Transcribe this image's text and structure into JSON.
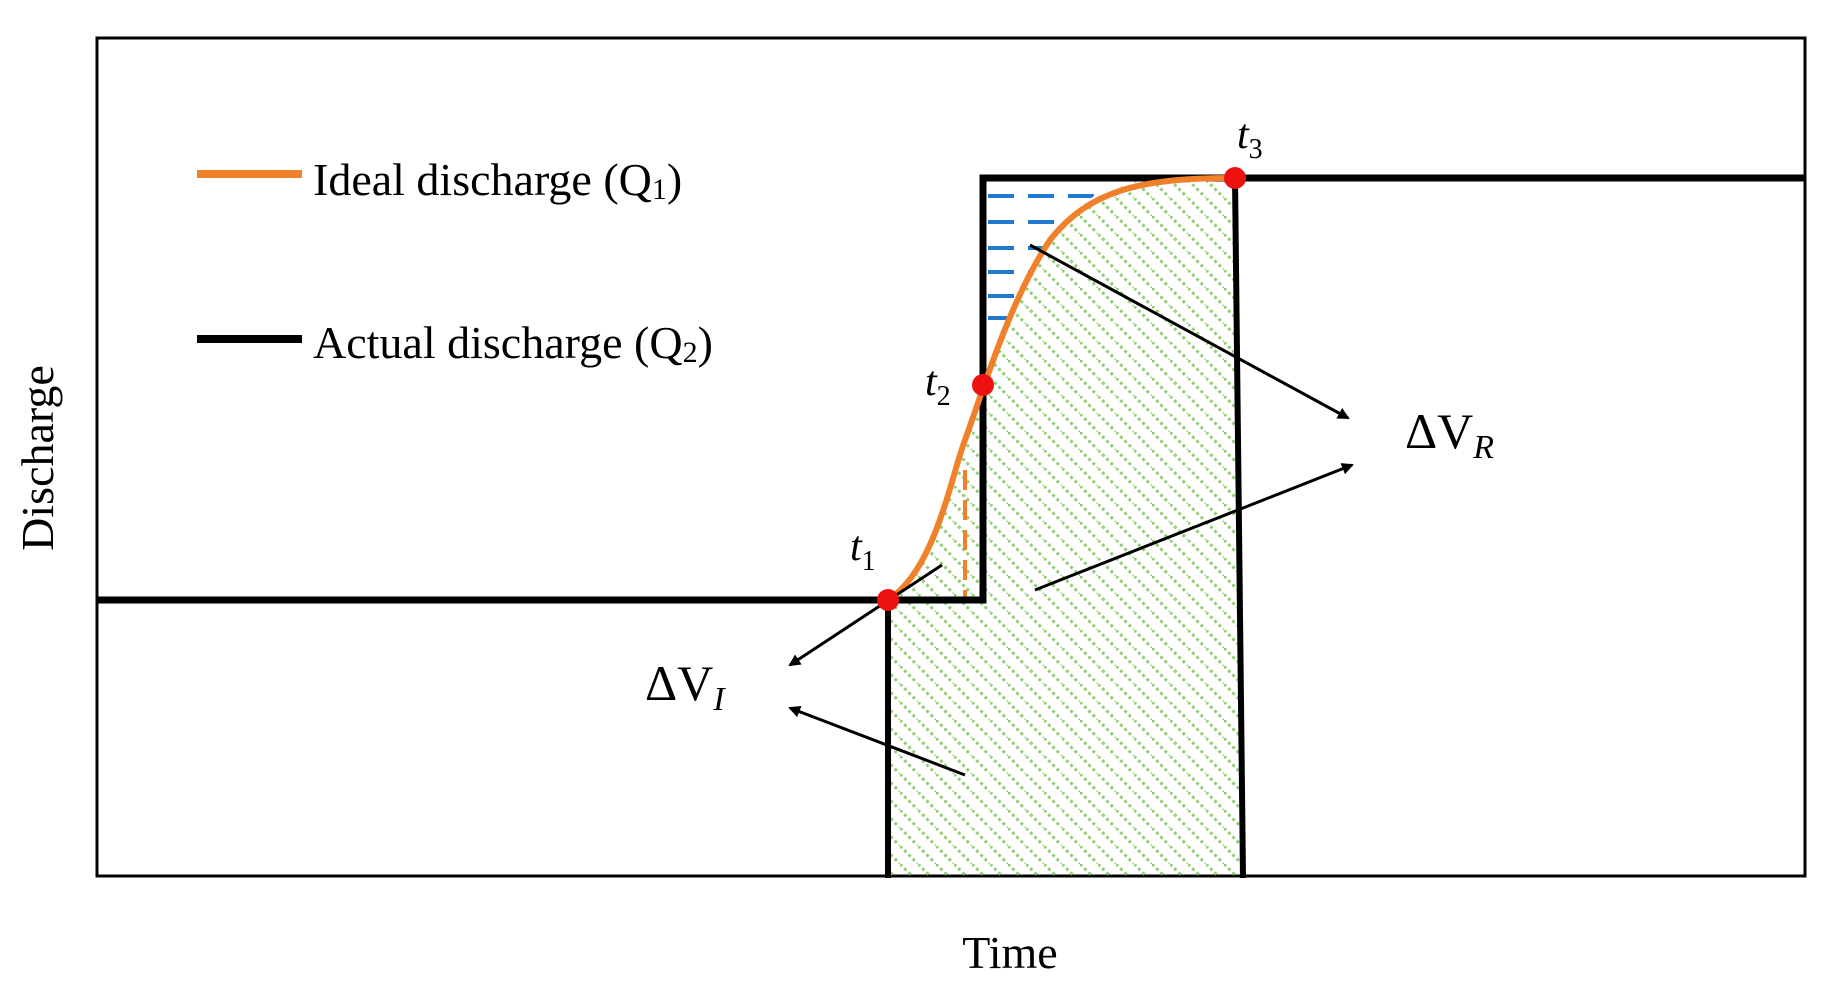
{
  "axes": {
    "xlabel": "Time",
    "ylabel": "Discharge"
  },
  "legend": {
    "position": "top-left",
    "items": [
      {
        "text": "Ideal discharge (Q",
        "sub": "1",
        "close": ")",
        "color": "#f0802a"
      },
      {
        "text": "Actual discharge (Q",
        "sub": "2",
        "close": ")",
        "color": "#000000"
      }
    ]
  },
  "time_markers": [
    {
      "base": "t",
      "sub": "1"
    },
    {
      "base": "t",
      "sub": "2"
    },
    {
      "base": "t",
      "sub": "3"
    }
  ],
  "volume_labels": {
    "ideal": {
      "base": "ΔV",
      "sub": "I"
    },
    "real": {
      "base": "ΔV",
      "sub": "R"
    }
  },
  "colors": {
    "ideal_curve": "#f0802a",
    "actual_line": "#000000",
    "markers": "#ee1111",
    "hatch_green": "#8fd16f",
    "dash_blue": "#1f7ad0",
    "dash_orange": "#f0802a"
  }
}
